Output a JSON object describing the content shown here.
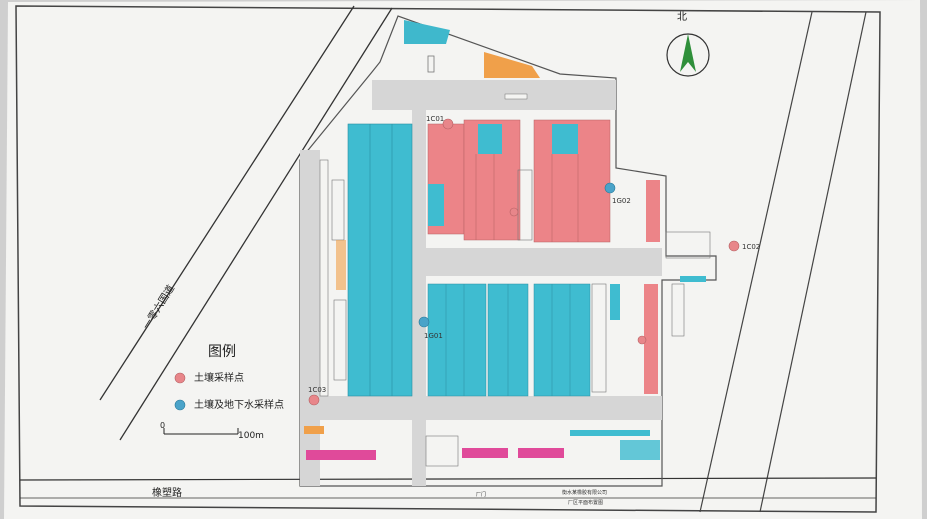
{
  "map": {
    "north_label": "北",
    "legend": {
      "title": "图例",
      "items": [
        {
          "label": "土壤采样点",
          "color": "#e8868a"
        },
        {
          "label": "土壤及地下水采样点",
          "color": "#4aa3c9"
        }
      ],
      "scale_start": "0",
      "scale_end": "100m"
    },
    "roads": {
      "diagonal_road": "一零六国道",
      "bottom_road": "橡塑路"
    },
    "sample_points": [
      {
        "id": "1C01",
        "kind": "soil"
      },
      {
        "id": "1C02",
        "kind": "soil"
      },
      {
        "id": "1C03",
        "kind": "soil"
      },
      {
        "id": "1G01",
        "kind": "soil_groundwater"
      },
      {
        "id": "1G02",
        "kind": "soil_groundwater"
      }
    ],
    "footer_note_line1": "衡水某橡胶有限公司",
    "footer_note_line2": "厂区平面布置图",
    "gate_label": "厂门"
  }
}
